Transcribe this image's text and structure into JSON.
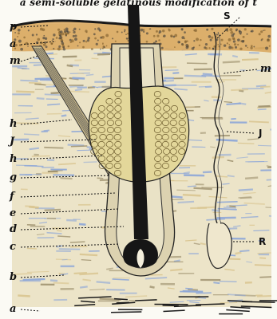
{
  "caption": "a semi-soluble gelatinous modification of t",
  "labels": {
    "left": [
      "p",
      "a",
      "m",
      "h",
      "J",
      "h",
      "g",
      "f",
      "e",
      "d",
      "c",
      "b",
      "a"
    ],
    "right": [
      "S",
      "m",
      "J",
      "R"
    ]
  },
  "colors": {
    "ink": "#111111",
    "paper": "#fbfaf4",
    "dermis_blue": "#8fa8d8",
    "dermis_tan": "#d9c48e",
    "epidermis_orange": "#d9a65a",
    "gland_yellow": "#e3d79a",
    "shaft": "#161616"
  }
}
